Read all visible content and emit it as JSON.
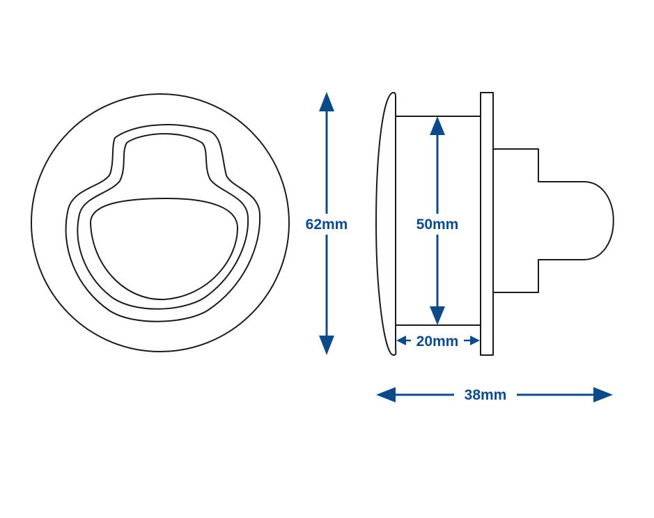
{
  "colors": {
    "dimension": "#0d4a8a",
    "outline": "#1a1a1a",
    "background": "#ffffff"
  },
  "dimensions": {
    "overall_diameter": "62mm",
    "body_diameter": "50mm",
    "body_depth": "20mm",
    "overall_depth": "38mm"
  }
}
